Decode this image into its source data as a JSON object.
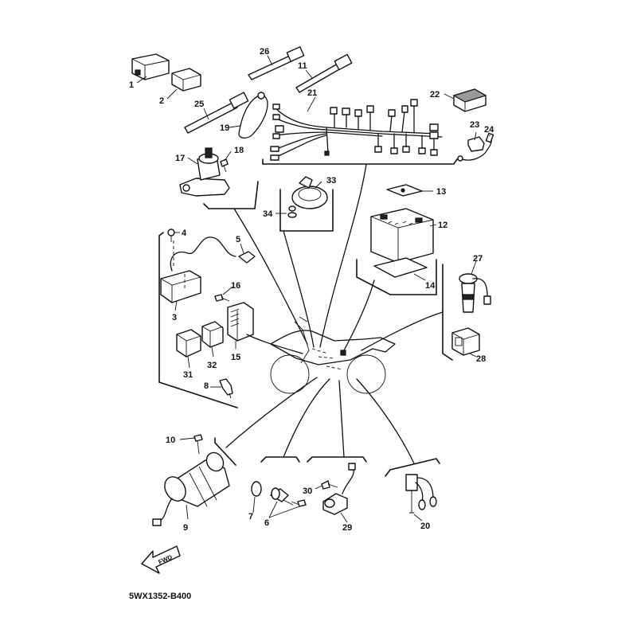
{
  "diagram": {
    "code": "5WX1352-B400",
    "direction_label": "FWD",
    "part_numbers": [
      "1",
      "2",
      "3",
      "4",
      "5",
      "6",
      "7",
      "8",
      "9",
      "10",
      "11",
      "12",
      "13",
      "14",
      "15",
      "16",
      "17",
      "18",
      "19",
      "20",
      "21",
      "22",
      "23",
      "24",
      "25",
      "26",
      "27",
      "28",
      "29",
      "30",
      "31",
      "32",
      "33",
      "34"
    ]
  }
}
